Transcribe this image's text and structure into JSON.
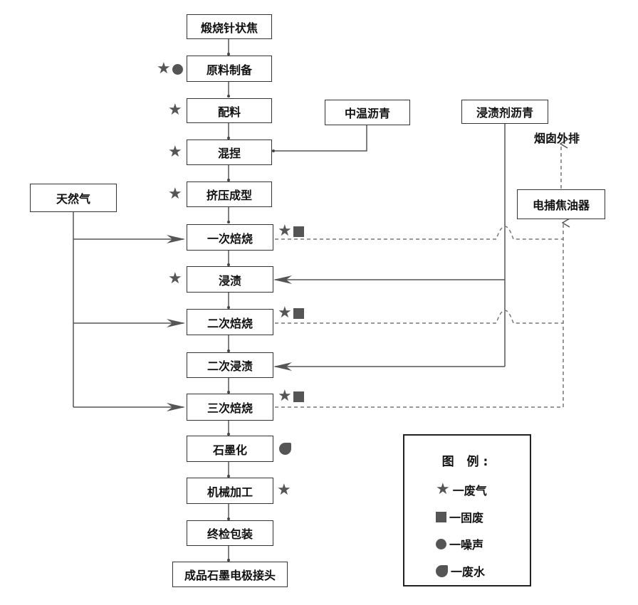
{
  "process": [
    {
      "id": "calcine",
      "label": "煅烧针状焦"
    },
    {
      "id": "raw",
      "label": "原料制备"
    },
    {
      "id": "batch",
      "label": "配料"
    },
    {
      "id": "knead",
      "label": "混捏"
    },
    {
      "id": "extrude",
      "label": "挤压成型"
    },
    {
      "id": "bake1",
      "label": "一次焙烧"
    },
    {
      "id": "impreg1",
      "label": "浸渍"
    },
    {
      "id": "bake2",
      "label": "二次焙烧"
    },
    {
      "id": "impreg2",
      "label": "二次浸渍"
    },
    {
      "id": "bake3",
      "label": "三次焙烧"
    },
    {
      "id": "graph",
      "label": "石墨化"
    },
    {
      "id": "machine",
      "label": "机械加工"
    },
    {
      "id": "inspect",
      "label": "终检包装"
    },
    {
      "id": "product",
      "label": "成品石墨电极接头"
    }
  ],
  "inputs": {
    "pitch_mid": "中温沥青",
    "pitch_impreg": "浸渍剂沥青",
    "gas": "天然气",
    "precip": "电捕焦油器",
    "stack": "烟囱外排"
  },
  "legend": {
    "title": "图 例:",
    "items": [
      {
        "icon": "star",
        "label": "一废气"
      },
      {
        "icon": "square",
        "label": "一固废"
      },
      {
        "icon": "circle",
        "label": "一噪声"
      },
      {
        "icon": "drop",
        "label": "一废水"
      }
    ]
  }
}
